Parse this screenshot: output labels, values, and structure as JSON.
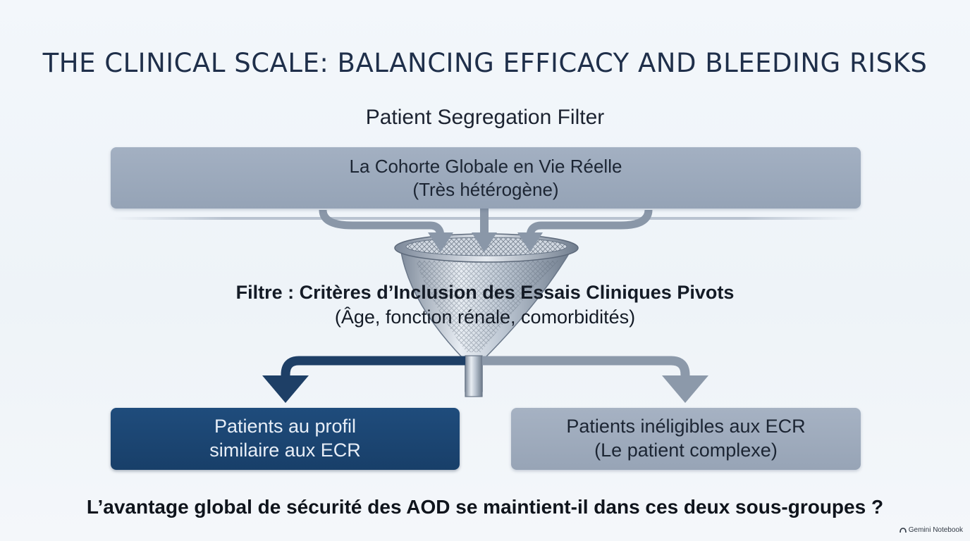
{
  "title": "THE CLINICAL SCALE: BALANCING EFFICACY AND BLEEDING RISKS",
  "subtitle": "Patient Segregation Filter",
  "cohort_box": {
    "line1": "La Cohorte Globale en Vie Réelle",
    "line2": "(Très hétérogène)"
  },
  "filter": {
    "line1": "Filtre : Critères d’Inclusion des Essais Cliniques Pivots",
    "line2": "(Âge, fonction rénale, comorbidités)"
  },
  "left_box": {
    "line1": "Patients au profil",
    "line2": "similaire aux ECR"
  },
  "right_box": {
    "line1": "Patients inéligibles aux ECR",
    "line2": "(Le patient complexe)"
  },
  "question": "L’avantage global de sécurité des AOD se maintient-il dans ces deux sous-groupes ?",
  "watermark": "Gemini Notebook",
  "colors": {
    "title": "#1f2f4a",
    "left_box": "#1f4c7c",
    "gray_box": "#9eabbd",
    "arrow_dark": "#1e3f66",
    "arrow_gray": "#8c99aa"
  }
}
